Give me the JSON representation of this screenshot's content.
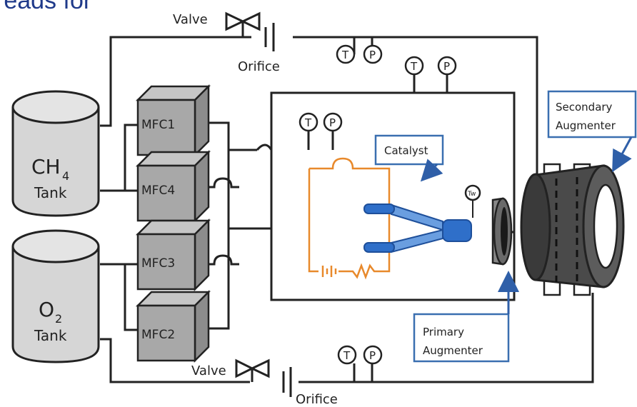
{
  "cut_title": "reads for",
  "labels": {
    "valve_top": "Valve",
    "valve_bottom": "Valve",
    "orifice_top": "Orifice",
    "orifice_bottom": "Orifice",
    "ch4_formula": "CH",
    "ch4_sub": "4",
    "ch4_tank": "Tank",
    "o2_formula": "O",
    "o2_sub": "2",
    "o2_tank": "Tank",
    "mfc1": "MFC1",
    "mfc4": "MFC4",
    "mfc3": "MFC3",
    "mfc2": "MFC2",
    "catalyst": "Catalyst",
    "primary_l1": "Primary",
    "primary_l2": "Augmenter",
    "secondary_l1": "Secondary",
    "secondary_l2": "Augmenter",
    "t": "T",
    "p": "P",
    "tw": "Tw"
  },
  "colors": {
    "title": "#1f3a8a",
    "line": "#222222",
    "tank_fill": "#d6d6d6",
    "mfc_fill": "#a8a8a8",
    "catalyst_blue": "#2f6fc9",
    "circuit_orange": "#e8892b",
    "callout_border": "#3a6fb0",
    "augmenter_dark": "#3a3a3a"
  }
}
